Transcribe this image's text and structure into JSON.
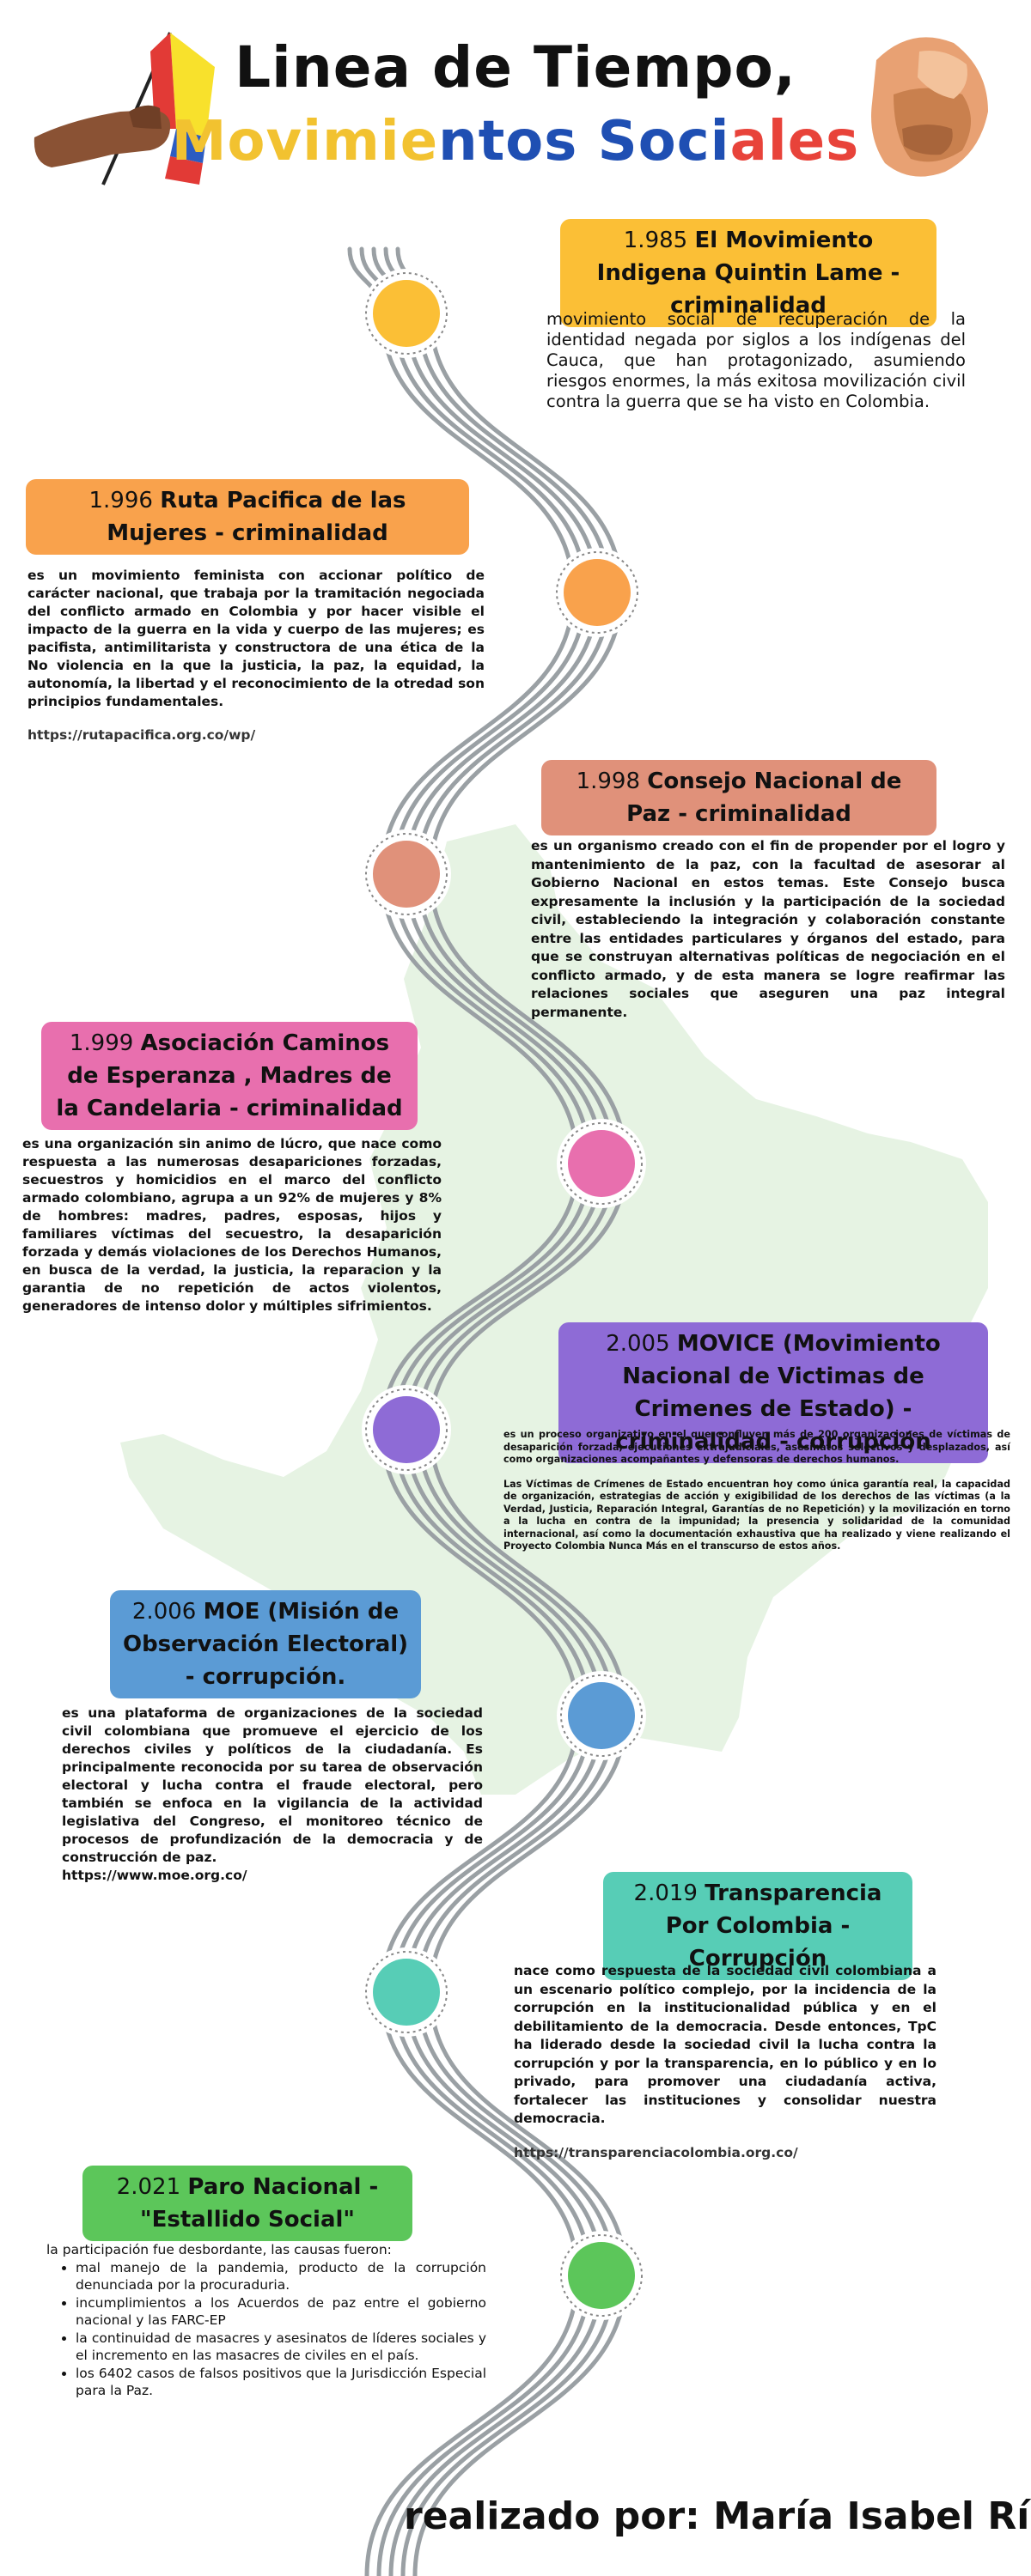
{
  "title": {
    "line1": "Linea de Tiempo,",
    "line2_parts": [
      {
        "text": "Movimie",
        "color": "#F2C230"
      },
      {
        "text": "ntos ",
        "color": "#1F4FB3"
      },
      {
        "text": "Soci",
        "color": "#1F4FB3"
      },
      {
        "text": "ales",
        "color": "#E8433A"
      }
    ]
  },
  "colors": {
    "yellow": "#FBBF36",
    "orange": "#F9A24C",
    "salmon": "#E0917A",
    "pink": "#E86FAE",
    "purple": "#8E6BD6",
    "blue": "#5B9BD5",
    "teal": "#57CDB6",
    "green": "#5CC65A",
    "road": "#9AA0A4",
    "map": "#E6F3E3"
  },
  "events": [
    {
      "year": "1.985",
      "name": "El Movimiento Indigena Quintin Lame - criminalidad",
      "color": "#FBBF36",
      "description": "movimiento social de recuperación de la identidad negada por siglos a los indígenas del Cauca, que han protagonizado, asumiendo riesgos enormes, la más exitosa movilización civil contra la guerra que se ha visto en Colombia.",
      "link": ""
    },
    {
      "year": "1.996",
      "name": "Ruta Pacifica de las Mujeres - criminalidad",
      "color": "#F9A24C",
      "description": "es un movimiento feminista con accionar político de carácter nacional, que trabaja por la tramitación negociada del conflicto armado en Colombia y por hacer visible el impacto de la guerra en la vida y cuerpo de las mujeres; es pacifista, antimilitarista y constructora de una ética de la No violencia en la que la justicia, la paz, la equidad, la autonomía, la libertad y el reconocimiento de la otredad son principios fundamentales.",
      "link": "https://rutapacifica.org.co/wp/"
    },
    {
      "year": "1.998",
      "name": "Consejo Nacional de Paz - criminalidad",
      "color": "#E0917A",
      "description": "es un organismo creado con el fin de propender por el logro y mantenimiento de la paz, con la facultad de asesorar al Gobierno Nacional en estos temas. Este Consejo busca expresamente la inclusión y la participación de la sociedad civil, estableciendo la integración y colaboración constante entre las entidades particulares y órganos del estado, para que se construyan alternativas políticas de negociación en el conflicto armado, y de esta manera se logre reafirmar las relaciones sociales que aseguren una paz integral permanente.",
      "link": ""
    },
    {
      "year": "1.999",
      "name": "Asociación  Caminos de Esperanza , Madres de la Candelaria - criminalidad",
      "color": "#E86FAE",
      "description": "es una organización sin animo de lúcro, que nace como respuesta a las numerosas desapariciones forzadas, secuestros y homicidios en el marco del conflicto armado colombiano, agrupa a un 92% de mujeres y 8% de hombres: madres, padres, esposas, hijos y familiares víctimas del secuestro, la desaparición forzada y demás violaciones de los Derechos Humanos, en busca de la verdad, la justicia, la reparacion y la garantia de no repetición de actos violentos, generadores de intenso dolor y múltiples sifrimientos.",
      "link": ""
    },
    {
      "year": "2.005",
      "name": "MOVICE (Movimiento Nacional de Victimas de Crimenes de Estado) - criminalidad - corrupción",
      "color": "#8E6BD6",
      "description": "es un proceso organizativo en el que confluyen más de 200 organizaciones de víctimas de desaparición forzada, ejecuciones extrajudiciales, asesinatos selectivos y desplazados, así como organizaciones acompañantes y defensoras de derechos humanos.",
      "description2": "Las Víctimas de Crímenes de Estado encuentran hoy como única garantía real, la capacidad de organización, estrategias de acción y exigibilidad de los derechos de las víctimas (a la Verdad, Justicia, Reparación Integral, Garantías de no Repetición) y la movilización en torno a la lucha en contra de la impunidad; la presencia y solidaridad de la comunidad internacional, así como la documentación exhaustiva que ha realizado y viene realizando el Proyecto Colombia Nunca Más en el transcurso de estos años.",
      "link": ""
    },
    {
      "year": "2.006",
      "name": "MOE (Misión de Observación Electoral) - corrupción.",
      "color": "#5B9BD5",
      "description": "es una plataforma de organizaciones de la sociedad civil colombiana que promueve el ejercicio de los derechos civiles y políticos de la ciudadanía. Es principalmente reconocida por su tarea de observación electoral y lucha contra el fraude electoral, pero también se enfoca en la vigilancia de la actividad legislativa del Congreso, el monitoreo técnico de procesos de profundización de la democracia y de construcción de paz.",
      "link": "https://www.moe.org.co/"
    },
    {
      "year": "2.019",
      "name": "Transparencia Por Colombia - Corrupción",
      "color": "#57CDB6",
      "description": "nace como respuesta de la sociedad civil colombiana a un escenario político complejo, por la incidencia de la corrupción en la institucionalidad pública y en el debilitamiento de la democracia. Desde entonces, TpC ha liderado desde la sociedad civil la lucha contra la corrupción y por la transparencia, en lo público y en lo privado, para promover una ciudadanía activa, fortalecer las instituciones y consolidar nuestra democracia.",
      "link": "https://transparenciacolombia.org.co/"
    },
    {
      "year": "2.021",
      "name": "Paro Nacional - \"Estallido Social\"",
      "color": "#5CC65A",
      "description": "la participación fue desbordante, las causas fueron:",
      "bullets": [
        "mal manejo de la pandemia, producto de la corrupción denunciada por la procuraduria.",
        " incumplimientos a los Acuerdos de paz entre el gobierno nacional y las FARC-EP",
        "la continuidad de masacres y asesinatos de líderes sociales y el incremento en las masacres de civiles en el país.",
        " los 6402 casos de falsos positivos que la Jurisdicción Especial para la Paz."
      ],
      "link": ""
    }
  ],
  "footer": {
    "text": "realizado por: María Isabel Ríos"
  }
}
